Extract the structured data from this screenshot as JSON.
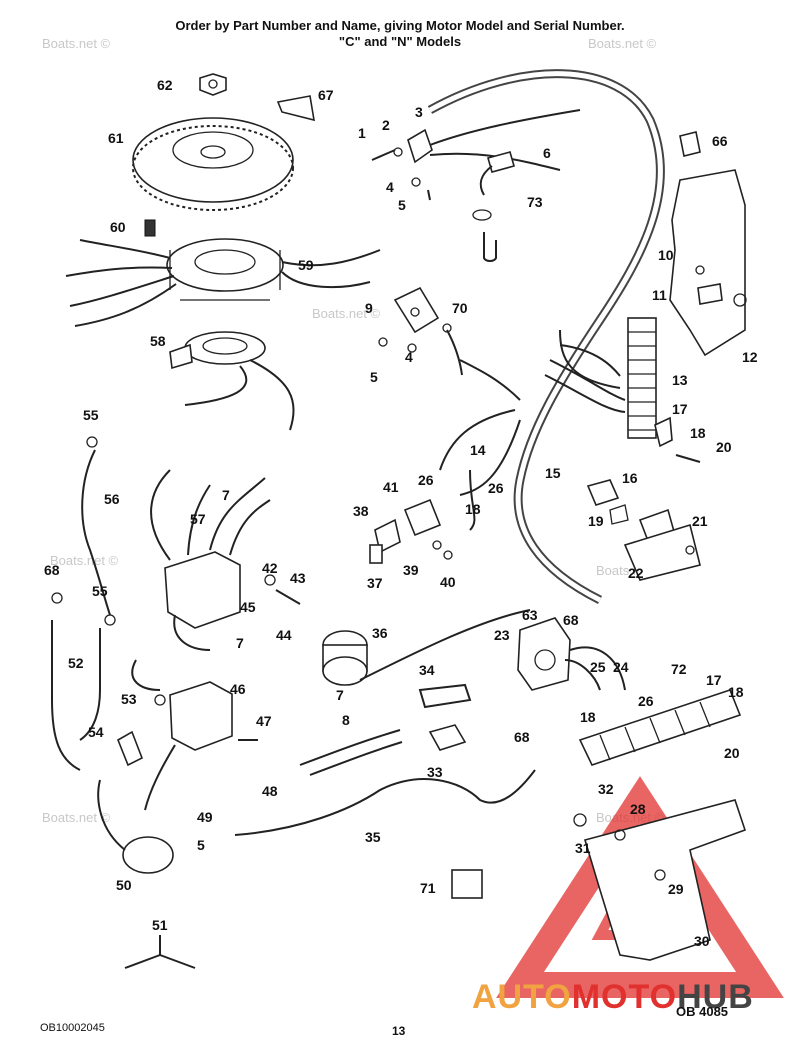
{
  "header": {
    "line1": "Order by Part Number and Name, giving Motor Model and Serial Number.",
    "line2": "\"C\" and \"N\" Models"
  },
  "watermark": "Boats.net ©",
  "labels": [
    "1",
    "2",
    "3",
    "4",
    "5",
    "6",
    "73",
    "66",
    "10",
    "11",
    "12",
    "62",
    "67",
    "61",
    "60",
    "59",
    "9",
    "70",
    "58",
    "13",
    "17",
    "18",
    "20",
    "55",
    "56",
    "7",
    "57",
    "41",
    "26",
    "38",
    "15",
    "16",
    "19",
    "21",
    "22",
    "37",
    "39",
    "40",
    "68",
    "42",
    "43",
    "44",
    "45",
    "36",
    "63",
    "23",
    "25",
    "24",
    "52",
    "53",
    "46",
    "47",
    "34",
    "72",
    "33",
    "54",
    "48",
    "49",
    "50",
    "35",
    "32",
    "28",
    "31",
    "29",
    "30",
    "51",
    "71",
    "14",
    "8"
  ],
  "footer": {
    "code": "OB10002045",
    "page": "13",
    "ob": "OB 4085"
  },
  "logo": {
    "auto": "AUTO",
    "moto": "MOTO",
    "hub": "HUB",
    "colors": {
      "auto": "#f0a340",
      "moto": "#e0312f",
      "hub": "#444444",
      "triangle": "#e0312f"
    }
  }
}
